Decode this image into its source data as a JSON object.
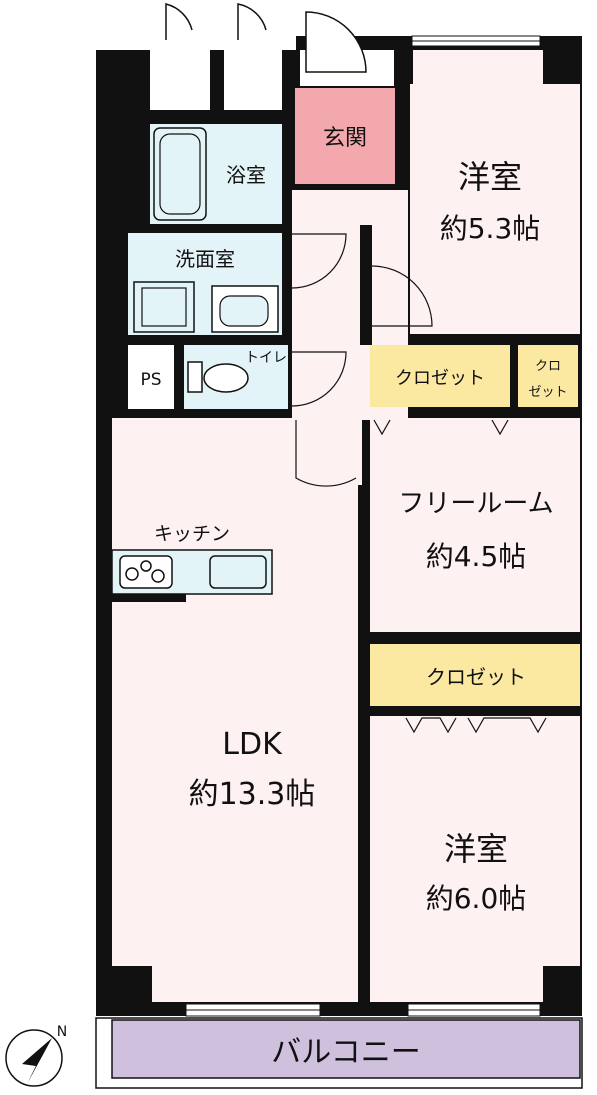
{
  "colors": {
    "room": "#fdf1f1",
    "wet": "#e3f4f8",
    "closet": "#fbe9a2",
    "entrance": "#f2a8ac",
    "balcony": "#cfc0de",
    "wall": "#111111",
    "white": "#ffffff"
  },
  "rooms": {
    "bath": "浴室",
    "washroom": "洗面室",
    "ps": "PS",
    "toilet": "トイレ",
    "entrance": "玄関",
    "western1": {
      "name": "洋室",
      "size": "約5.3帖"
    },
    "closet_a": "クロゼット",
    "closet_b_line1": "クロ",
    "closet_b_line2": "ゼット",
    "free_room": {
      "name": "フリールーム",
      "size": "約4.5帖"
    },
    "closet_c": "クロゼット",
    "kitchen": "キッチン",
    "ldk": {
      "name": "LDK",
      "size": "約13.3帖"
    },
    "western2": {
      "name": "洋室",
      "size": "約6.0帖"
    },
    "balcony": "バルコニー"
  },
  "compass": {
    "label": "N",
    "icon": "compass-icon"
  }
}
